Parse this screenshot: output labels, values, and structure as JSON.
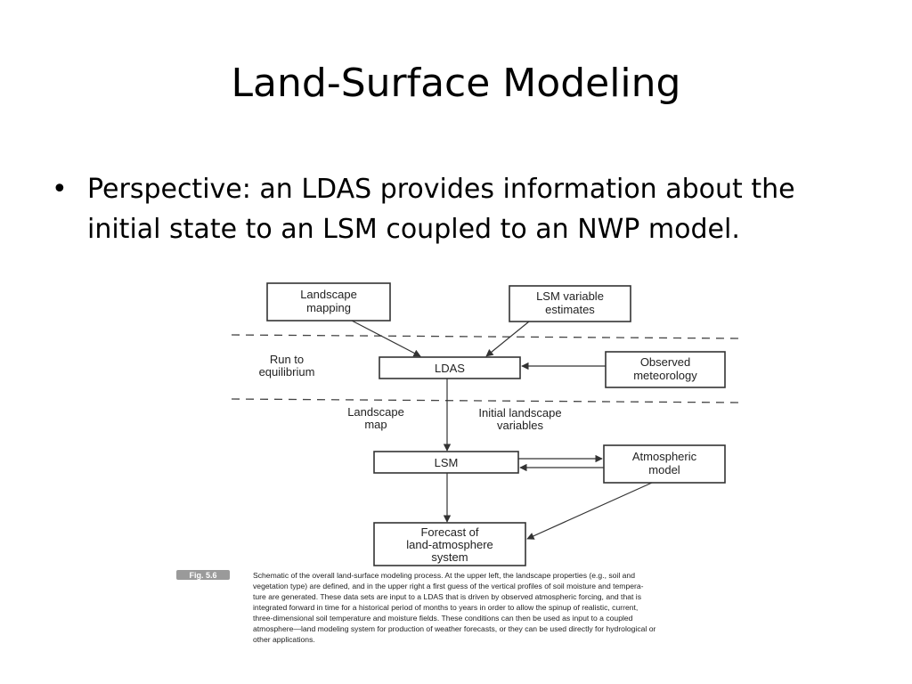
{
  "slide": {
    "title": "Land-Surface Modeling",
    "bullets": [
      {
        "line1": "Perspective: an LDAS provides information about the",
        "line2": "initial state to an LSM coupled to an NWP model."
      }
    ],
    "bullet_glyph": "•"
  },
  "diagram": {
    "nodes": {
      "landscape_mapping": [
        "Landscape",
        "mapping"
      ],
      "lsm_variable_estimates": [
        "LSM variable",
        "estimates"
      ],
      "ldas": [
        "LDAS"
      ],
      "observed_meteorology": [
        "Observed",
        "meteorology"
      ],
      "lsm": [
        "LSM"
      ],
      "atmospheric_model": [
        "Atmospheric",
        "model"
      ],
      "forecast": [
        "Forecast of",
        "land-atmosphere",
        "system"
      ]
    },
    "labels": {
      "run_to_equilibrium": [
        "Run to",
        "equilibrium"
      ],
      "landscape_map": [
        "Landscape",
        "map"
      ],
      "initial_landscape_variables": [
        "Initial landscape",
        "variables"
      ]
    },
    "caption": {
      "tag": "Fig. 5.6",
      "lines": [
        "Schematic of the overall land-surface modeling process.  At the upper left, the landscape properties (e.g., soil and",
        "vegetation type) are defined, and in the upper right a first guess of the vertical profiles of soil moisture and tempera-",
        "ture are generated.  These data sets are input to a LDAS that is driven by observed atmospheric forcing, and that is",
        "integrated forward in time for a historical period of months to years in order to allow the spinup of realistic, current,",
        "three-dimensional soil temperature and moisture fields.  These conditions can then be used as input to a coupled",
        "atmosphere—land modeling system for production of weather forecasts, or they can be used directly for hydrological or",
        "other applications."
      ]
    }
  }
}
